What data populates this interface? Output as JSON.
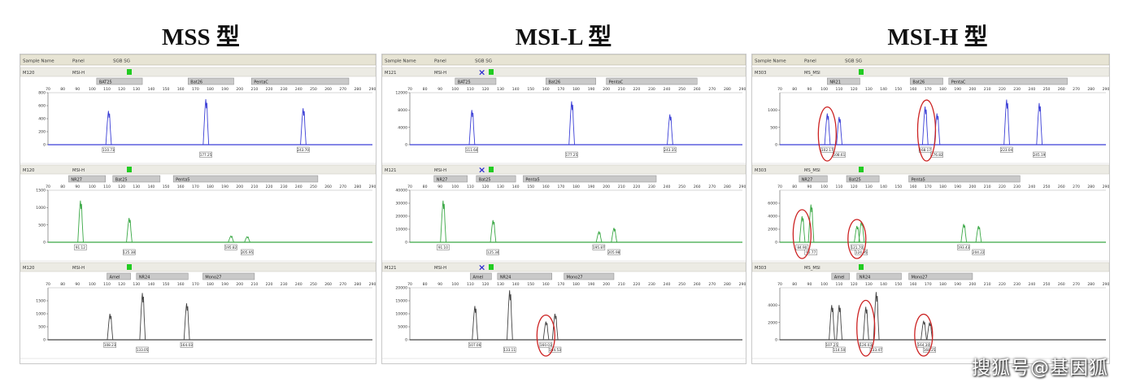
{
  "titles": [
    "MSS 型",
    "MSI-L 型",
    "MSI-H 型"
  ],
  "watermark": "搜狐号@基因狐",
  "header": {
    "sample_label": "Sample Name",
    "panel_label": "Panel",
    "value": "SGB SG"
  },
  "colors": {
    "blue": "#3b3fd6",
    "green": "#3aa845",
    "gray": "#444444",
    "circle": "#cc2222",
    "status": "#22cc22",
    "cross": "#2c2cd0"
  },
  "chart_data": [
    {
      "type": "line",
      "title": "MSS 型",
      "sample": "M120",
      "xlim": [
        70,
        290
      ],
      "x_ticks": [
        70,
        80,
        90,
        100,
        110,
        120,
        130,
        140,
        150,
        160,
        170,
        180,
        190,
        200,
        210,
        220,
        230,
        240,
        250,
        260,
        270,
        280,
        290
      ],
      "tracks": [
        {
          "label": "MSI-H",
          "color": "blue",
          "status_icon": "status-ok-icon",
          "cross": false,
          "markers": [
            {
              "name": "BAT25",
              "x0": 103,
              "x1": 134
            },
            {
              "name": "Bat26",
              "x0": 165,
              "x1": 196
            },
            {
              "name": "PentaC",
              "x0": 208,
              "x1": 274
            }
          ],
          "ylim": [
            0,
            800
          ],
          "y_ticks": [
            0,
            200,
            400,
            600,
            800
          ],
          "peaks": [
            {
              "x": 111,
              "height": 520,
              "label": "110.73"
            },
            {
              "x": 177,
              "height": 700,
              "label": "177.25"
            },
            {
              "x": 243,
              "height": 560,
              "label": "243.70"
            }
          ],
          "circles": []
        },
        {
          "label": "MSI-H",
          "color": "green",
          "status_icon": "status-ok-icon",
          "cross": false,
          "markers": [
            {
              "name": "NR27",
              "x0": 84,
              "x1": 109
            },
            {
              "name": "Bat25",
              "x0": 114,
              "x1": 146
            },
            {
              "name": "Penta5",
              "x0": 155,
              "x1": 253
            }
          ],
          "ylim": [
            0,
            1500
          ],
          "y_ticks": [
            0,
            500,
            1000,
            1500
          ],
          "peaks": [
            {
              "x": 92,
              "height": 1200,
              "label": "91.12"
            },
            {
              "x": 125,
              "height": 700,
              "label": "125.38"
            },
            {
              "x": 194,
              "height": 180,
              "label": "195.82"
            },
            {
              "x": 205,
              "height": 160,
              "label": "205.95"
            }
          ],
          "circles": []
        },
        {
          "label": "MSI-H",
          "color": "gray",
          "status_icon": "status-ok-icon",
          "cross": false,
          "markers": [
            {
              "name": "Amel",
              "x0": 110,
              "x1": 126
            },
            {
              "name": "NR24",
              "x0": 130,
              "x1": 165
            },
            {
              "name": "Mono27",
              "x0": 175,
              "x1": 210
            }
          ],
          "ylim": [
            0,
            2000
          ],
          "y_ticks": [
            0,
            500,
            1000,
            1500
          ],
          "peaks": [
            {
              "x": 112,
              "height": 1000,
              "label": "108.23"
            },
            {
              "x": 134,
              "height": 1800,
              "label": "133.05"
            },
            {
              "x": 164,
              "height": 1400,
              "label": "164.03"
            }
          ],
          "circles": []
        }
      ]
    },
    {
      "type": "line",
      "title": "MSI-L 型",
      "sample": "M121",
      "xlim": [
        70,
        290
      ],
      "x_ticks": [
        70,
        80,
        90,
        100,
        110,
        120,
        130,
        140,
        150,
        160,
        170,
        180,
        190,
        200,
        210,
        220,
        230,
        240,
        250,
        260,
        270,
        280,
        290
      ],
      "tracks": [
        {
          "label": "MSI-H",
          "color": "blue",
          "status_icon": "status-ok-icon",
          "cross": true,
          "markers": [
            {
              "name": "BAT25",
              "x0": 100,
              "x1": 127
            },
            {
              "name": "Bat26",
              "x0": 160,
              "x1": 193
            },
            {
              "name": "PentaC",
              "x0": 200,
              "x1": 260
            }
          ],
          "ylim": [
            0,
            12000
          ],
          "y_ticks": [
            0,
            4000,
            8000,
            12000
          ],
          "peaks": [
            {
              "x": 111,
              "height": 8000,
              "label": "111.64"
            },
            {
              "x": 177,
              "height": 10000,
              "label": "177.25"
            },
            {
              "x": 242,
              "height": 7000,
              "label": "243.35"
            }
          ],
          "circles": []
        },
        {
          "label": "MSI-H",
          "color": "green",
          "status_icon": "status-ok-icon",
          "cross": true,
          "markers": [
            {
              "name": "NR27",
              "x0": 86,
              "x1": 108
            },
            {
              "name": "Bat25",
              "x0": 114,
              "x1": 140
            },
            {
              "name": "Penta5",
              "x0": 145,
              "x1": 233
            }
          ],
          "ylim": [
            0,
            40000
          ],
          "y_ticks": [
            0,
            10000,
            20000,
            30000,
            40000
          ],
          "peaks": [
            {
              "x": 92,
              "height": 32000,
              "label": "91.10"
            },
            {
              "x": 125,
              "height": 17000,
              "label": "125.34"
            },
            {
              "x": 195,
              "height": 8000,
              "label": "195.87"
            },
            {
              "x": 205,
              "height": 11000,
              "label": "205.98"
            }
          ],
          "circles": []
        },
        {
          "label": "MSI-H",
          "color": "gray",
          "status_icon": "status-ok-icon",
          "cross": true,
          "markers": [
            {
              "name": "Amel",
              "x0": 110,
              "x1": 124
            },
            {
              "name": "NR24",
              "x0": 128,
              "x1": 164
            },
            {
              "name": "Mono27",
              "x0": 172,
              "x1": 205
            }
          ],
          "ylim": [
            0,
            20000
          ],
          "y_ticks": [
            0,
            5000,
            10000,
            15000,
            20000
          ],
          "peaks": [
            {
              "x": 113,
              "height": 13000,
              "label": "107.06"
            },
            {
              "x": 136,
              "height": 19000,
              "label": "133.11"
            },
            {
              "x": 160,
              "height": 7000,
              "label": "160.03"
            },
            {
              "x": 166,
              "height": 10000,
              "label": "164.53"
            }
          ],
          "circles": [
            {
              "x": 160,
              "height": 7000
            }
          ]
        }
      ]
    },
    {
      "type": "line",
      "title": "MSI-H 型",
      "sample": "M303",
      "xlim": [
        70,
        290
      ],
      "x_ticks": [
        70,
        80,
        90,
        100,
        110,
        120,
        130,
        140,
        150,
        160,
        170,
        180,
        190,
        200,
        210,
        220,
        230,
        240,
        250,
        260,
        270,
        280,
        290
      ],
      "tracks": [
        {
          "label": "MS_MSI",
          "color": "blue",
          "status_icon": "status-ok-icon",
          "cross": false,
          "markers": [
            {
              "name": "NR21",
              "x0": 102,
              "x1": 124
            },
            {
              "name": "Bat26",
              "x0": 158,
              "x1": 180
            },
            {
              "name": "PentaC",
              "x0": 184,
              "x1": 264
            }
          ],
          "ylim": [
            0,
            1500
          ],
          "y_ticks": [
            0,
            500,
            1000
          ],
          "peaks": [
            {
              "x": 102,
              "height": 900,
              "label": "102.17"
            },
            {
              "x": 110,
              "height": 800,
              "label": "108.61"
            },
            {
              "x": 168,
              "height": 1100,
              "label": "168.17"
            },
            {
              "x": 176,
              "height": 900,
              "label": "176.82"
            },
            {
              "x": 223,
              "height": 1300,
              "label": "223.04"
            },
            {
              "x": 245,
              "height": 1200,
              "label": "245.19"
            }
          ],
          "circles": [
            {
              "x": 102,
              "height": 900
            },
            {
              "x": 169,
              "height": 1100
            }
          ]
        },
        {
          "label": "MS_MSI",
          "color": "green",
          "status_icon": "status-ok-icon",
          "cross": false,
          "markers": [
            {
              "name": "NR27",
              "x0": 83,
              "x1": 102
            },
            {
              "name": "Bat25",
              "x0": 115,
              "x1": 137
            },
            {
              "name": "Penta5",
              "x0": 157,
              "x1": 232
            }
          ],
          "ylim": [
            0,
            8000
          ],
          "y_ticks": [
            0,
            2000,
            4000,
            6000
          ],
          "peaks": [
            {
              "x": 85,
              "height": 4000,
              "label": "84.90"
            },
            {
              "x": 91,
              "height": 5800,
              "label": "92.77"
            },
            {
              "x": 122,
              "height": 2500,
              "label": "121.70"
            },
            {
              "x": 125,
              "height": 3200,
              "label": "124.95"
            },
            {
              "x": 194,
              "height": 2800,
              "label": "193.43"
            },
            {
              "x": 204,
              "height": 2500,
              "label": "204.22"
            }
          ],
          "circles": [
            {
              "x": 85,
              "height": 4000
            },
            {
              "x": 122,
              "height": 2500
            }
          ]
        },
        {
          "label": "MS_MSI",
          "color": "gray",
          "status_icon": "status-ok-icon",
          "cross": false,
          "markers": [
            {
              "name": "Amel",
              "x0": 105,
              "x1": 117
            },
            {
              "name": "NR24",
              "x0": 122,
              "x1": 152
            },
            {
              "name": "Mono27",
              "x0": 157,
              "x1": 200
            }
          ],
          "ylim": [
            0,
            6000
          ],
          "y_ticks": [
            0,
            2000,
            4000
          ],
          "peaks": [
            {
              "x": 105,
              "height": 4000,
              "label": "107.25"
            },
            {
              "x": 110,
              "height": 4000,
              "label": "114.50"
            },
            {
              "x": 128,
              "height": 3800,
              "label": "126.03"
            },
            {
              "x": 135,
              "height": 5500,
              "label": "133.47"
            },
            {
              "x": 167,
              "height": 2200,
              "label": "164.30"
            },
            {
              "x": 171,
              "height": 2000,
              "label": "168.25"
            }
          ],
          "circles": [
            {
              "x": 128,
              "height": 3800
            },
            {
              "x": 167,
              "height": 2200
            }
          ]
        }
      ]
    }
  ]
}
